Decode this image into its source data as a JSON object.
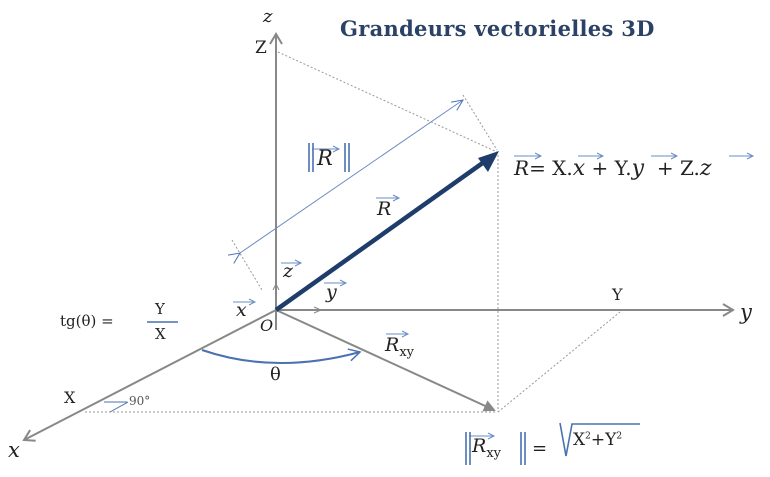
{
  "title": "Grandeurs vectorielles 3D",
  "colors": {
    "axis": "#888888",
    "vector": "#1f3d6b",
    "accent": "#4a72b0",
    "title": "#2b4266"
  },
  "axes": {
    "z_label": "z",
    "y_label": "y",
    "x_label": "x",
    "origin_label": "O",
    "Z_tick": "Z",
    "Y_tick": "Y",
    "X_tick": "X"
  },
  "unit_vectors": {
    "x": "x",
    "y": "y",
    "z": "z"
  },
  "vector": {
    "name": "R",
    "norm_label_bars": "‖",
    "equation": {
      "lhs": "R",
      "eq": "= X.",
      "x": "x",
      "plus_y": " + Y.",
      "y": "y",
      "plus_z": "  + Z.",
      "z": "z"
    }
  },
  "projection": {
    "name": "R",
    "sub": "xy"
  },
  "angle": {
    "symbol": "θ",
    "right_angle": "90°"
  },
  "tangent": {
    "lhs": "tg(θ) =",
    "num": "Y",
    "den": "X"
  },
  "norm_xy": {
    "eq": "=",
    "radicand_a": "X",
    "exp_a": "2",
    "plus": "+Y",
    "exp_b": "2"
  }
}
